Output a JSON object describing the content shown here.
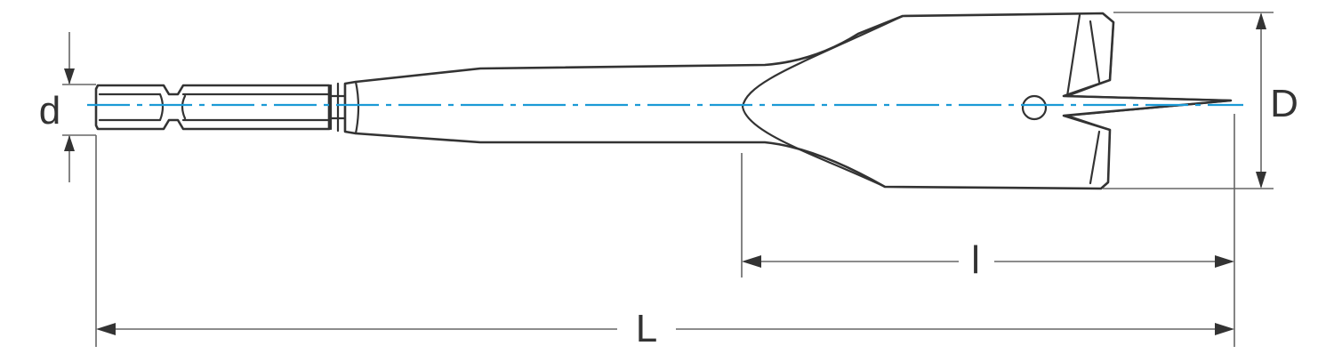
{
  "colors": {
    "outline": "#333333",
    "dimension": "#666666",
    "centerline": "#1b9ad6",
    "background": "#ffffff"
  },
  "labels": {
    "shank_diameter": "d",
    "cutting_diameter": "D",
    "cutting_length": "l",
    "overall_length": "L"
  }
}
